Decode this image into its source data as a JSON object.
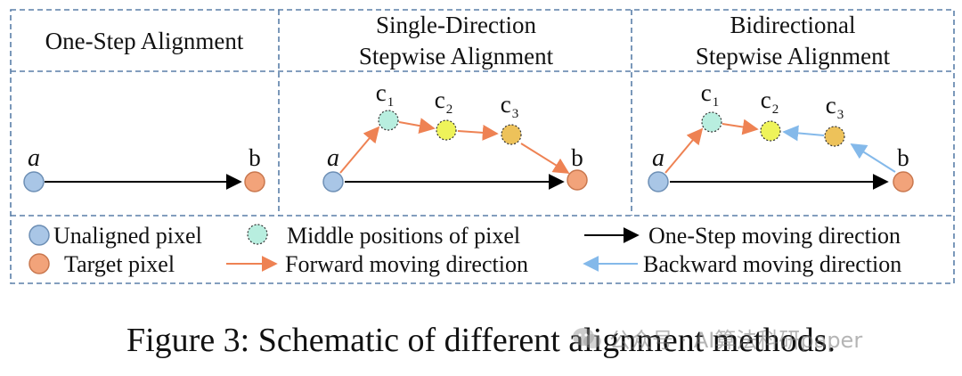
{
  "panels": [
    {
      "title_line1": "One-Step Alignment",
      "title_line2": ""
    },
    {
      "title_line1": "Single-Direction",
      "title_line2": "Stepwise Alignment"
    },
    {
      "title_line1": "Bidirectional",
      "title_line2": "Stepwise Alignment"
    }
  ],
  "nodes": {
    "a": "a",
    "b": "b",
    "c": "c",
    "sub1": "1",
    "sub2": "2",
    "sub3": "3"
  },
  "legend": {
    "unaligned": "Unaligned pixel",
    "target": "Target pixel",
    "middle": "Middle positions of pixel",
    "forward": "Forward moving direction",
    "one_step": "One-Step moving direction",
    "backward": "Backward moving direction"
  },
  "caption": "Figure 3: Schematic of different alignment methods.",
  "watermark": "公众号 · AI算法科研paper",
  "colors": {
    "border": "#5a7fa8",
    "unaligned_fill": "#a9c6e6",
    "unaligned_stroke": "#6d8fb5",
    "target_fill": "#f2a37a",
    "target_stroke": "#c9774e",
    "c1_fill": "#b8eedf",
    "c2_fill": "#eef35a",
    "c3_fill": "#edc25a",
    "forward": "#ee8253",
    "backward": "#84b9ea",
    "one_step": "#000000"
  }
}
